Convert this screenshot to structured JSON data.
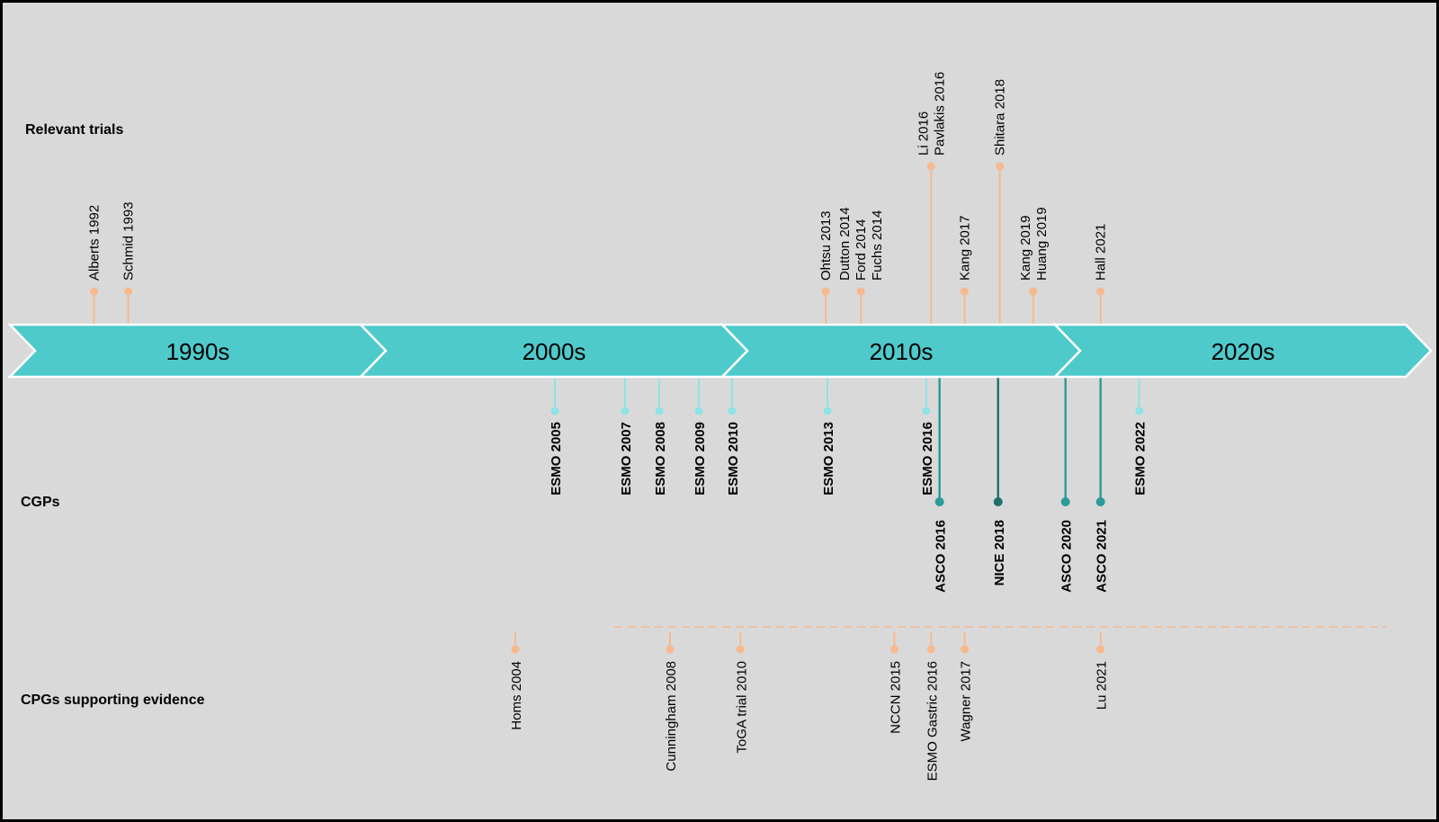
{
  "row_labels": {
    "trials": "Relevant  trials",
    "cgps": "CGPs",
    "evidence": "CPGs supporting evidence"
  },
  "eras": [
    "1990s",
    "2000s",
    "2010s",
    "2020s"
  ],
  "colors": {
    "background": "#d9d9d9",
    "arrow": "#4ecacb",
    "trial": "#f7b98e",
    "esmo": "#8fe3e4",
    "guideline_dark": "#2b9a98",
    "nice": "#1e6f6c",
    "evidence": "#f7b98e"
  },
  "trials": [
    {
      "labels": [
        "Alberts 1992"
      ],
      "x": 1992.2,
      "level": "low"
    },
    {
      "labels": [
        "Schmid 1993"
      ],
      "x": 1993.2,
      "level": "low"
    },
    {
      "labels": [
        "Ohtsu 2013"
      ],
      "x": 2013.15,
      "level": "low"
    },
    {
      "labels": [
        "Dutton 2014",
        "Ford 2014",
        "Fuchs 2014"
      ],
      "x": 2014.2,
      "level": "low"
    },
    {
      "labels": [
        "Li 2016",
        "Pavlakis  2016"
      ],
      "x": 2016.3,
      "level": "high"
    },
    {
      "labels": [
        "Kang 2017"
      ],
      "x": 2017.3,
      "level": "low"
    },
    {
      "labels": [
        "Shitara 2018"
      ],
      "x": 2018.35,
      "level": "high"
    },
    {
      "labels": [
        "Kang 2019",
        "Huang 2019"
      ],
      "x": 2019.35,
      "level": "low"
    },
    {
      "labels": [
        "Hall 2021"
      ],
      "x": 2021.3,
      "level": "low"
    }
  ],
  "esmo": [
    {
      "label": "ESMO 2005",
      "x": 2005.4
    },
    {
      "label": "ESMO 2007",
      "x": 2007.35
    },
    {
      "label": "ESMO 2008",
      "x": 2008.3
    },
    {
      "label": "ESMO 2009",
      "x": 2009.4
    },
    {
      "label": "ESMO 2010",
      "x": 2010.35
    },
    {
      "label": "ESMO 2013",
      "x": 2013.2
    },
    {
      "label": "ESMO 2016",
      "x": 2016.15
    },
    {
      "label": "ESMO 2022",
      "x": 2022.4
    }
  ],
  "guidelines": [
    {
      "label": "ASCO 2016",
      "x": 2016.55,
      "kind": "asco"
    },
    {
      "label": "NICE 2018",
      "x": 2018.3,
      "kind": "nice"
    },
    {
      "label": "ASCO 2020",
      "x": 2020.3,
      "kind": "asco"
    },
    {
      "label": "ASCO 2021",
      "x": 2021.3,
      "kind": "asco"
    }
  ],
  "evidence": [
    {
      "label": "Homs 2004",
      "x": 2004.3
    },
    {
      "label": "Cunningham 2008",
      "x": 2008.6
    },
    {
      "label": "ToGA trial 2010",
      "x": 2010.6
    },
    {
      "label": "NCCN 2015",
      "x": 2015.2
    },
    {
      "label": "ESMO Gastric 2016",
      "x": 2016.3
    },
    {
      "label": "Wagner 2017",
      "x": 2017.3
    },
    {
      "label": "Lu 2021",
      "x": 2021.3
    }
  ]
}
